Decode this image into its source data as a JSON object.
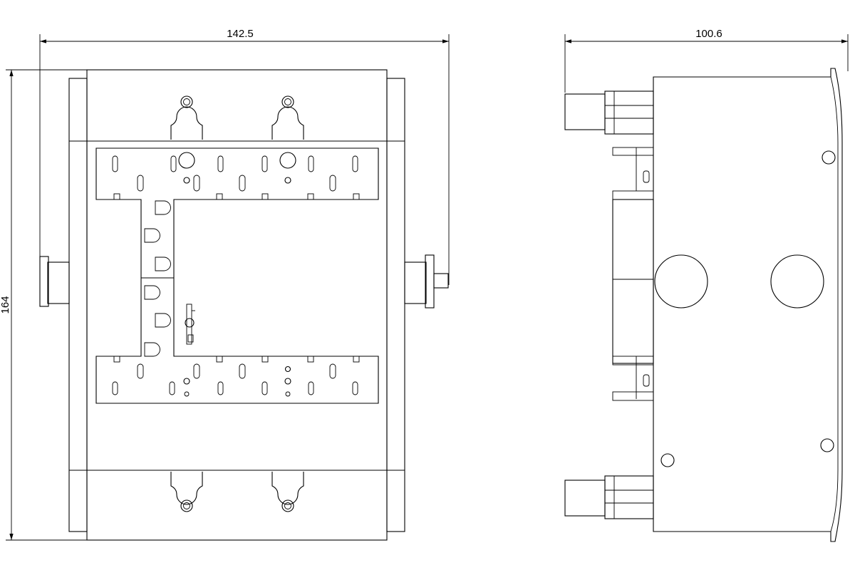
{
  "dimensions": {
    "front_width": "142.5",
    "front_height": "164",
    "side_depth": "100.6"
  }
}
